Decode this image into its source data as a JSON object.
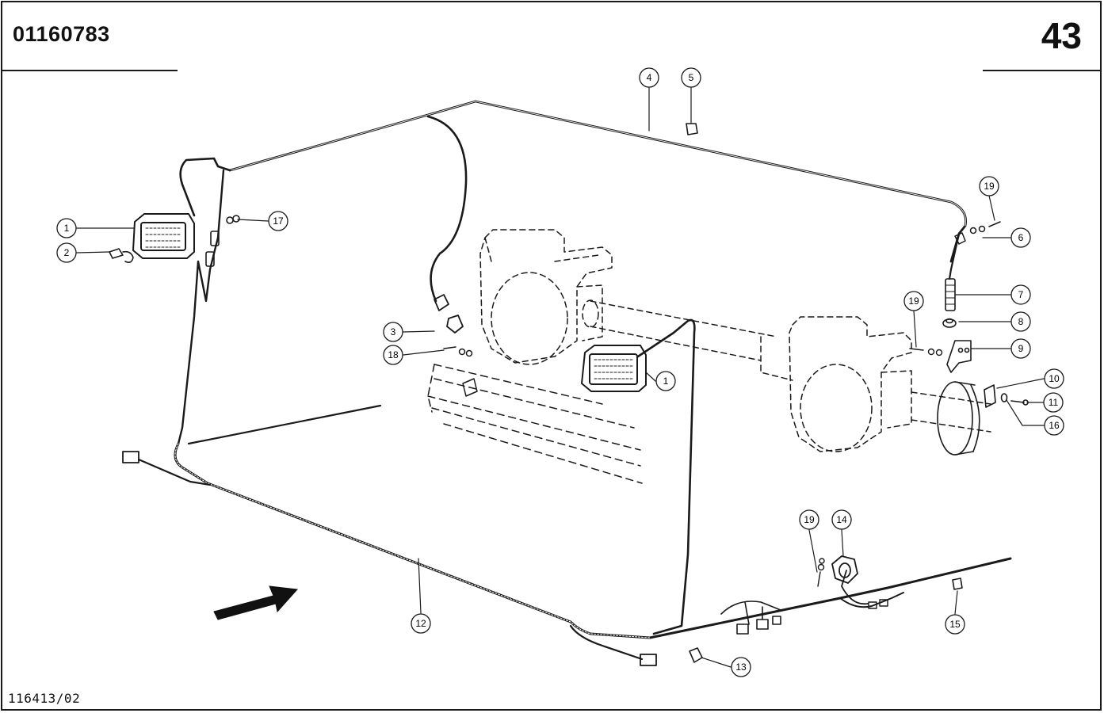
{
  "header": {
    "part_number": "01160783",
    "page_number": "43"
  },
  "footer": {
    "drawing_ref": "116413/02"
  },
  "callouts": [
    {
      "id": "c1a",
      "label": "1"
    },
    {
      "id": "c2",
      "label": "2"
    },
    {
      "id": "c17",
      "label": "17"
    },
    {
      "id": "c4",
      "label": "4"
    },
    {
      "id": "c5",
      "label": "5"
    },
    {
      "id": "c3",
      "label": "3"
    },
    {
      "id": "c18",
      "label": "18"
    },
    {
      "id": "c1b",
      "label": "1"
    },
    {
      "id": "c19a",
      "label": "19"
    },
    {
      "id": "c6",
      "label": "6"
    },
    {
      "id": "c7",
      "label": "7"
    },
    {
      "id": "c19b",
      "label": "19"
    },
    {
      "id": "c8",
      "label": "8"
    },
    {
      "id": "c9",
      "label": "9"
    },
    {
      "id": "c10",
      "label": "10"
    },
    {
      "id": "c11",
      "label": "11"
    },
    {
      "id": "c16",
      "label": "16"
    },
    {
      "id": "c19c",
      "label": "19"
    },
    {
      "id": "c14",
      "label": "14"
    },
    {
      "id": "c12",
      "label": "12"
    },
    {
      "id": "c13",
      "label": "13"
    },
    {
      "id": "c15",
      "label": "15"
    }
  ],
  "icons": {
    "direction_arrow": "arrow-icon"
  }
}
